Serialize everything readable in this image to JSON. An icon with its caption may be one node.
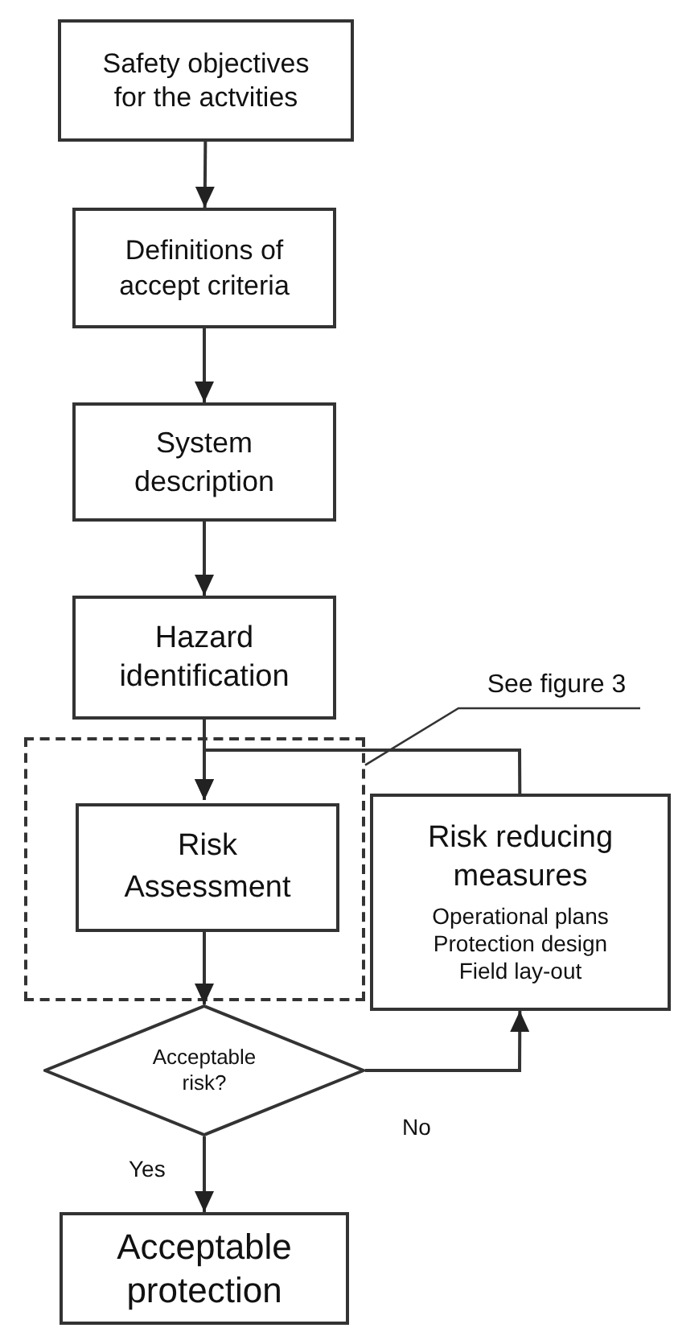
{
  "diagram": {
    "nodes": [
      {
        "text": [
          "Safety objectives for the actvities"
        ]
      },
      {
        "text": [
          "Definitions of accept criteria"
        ]
      },
      {
        "text": [
          "System description"
        ]
      },
      {
        "text": [
          "Hazard identification"
        ]
      },
      {
        "text": [],
        "shape": "box"
      },
      {
        "text": [
          "Risk Assessment"
        ],
        "in": 4
      },
      {
        "text": [
          "Risk reducing measures",
          "Operational plans",
          "Protection design",
          "Field lay-out"
        ]
      },
      {
        "text": [
          "Acceptable risk?"
        ]
      },
      {
        "text": [
          "Acceptable protection"
        ]
      },
      {
        "text": [
          "See figure 3"
        ]
      }
    ],
    "edges": [
      {
        "from": 0,
        "to": 1,
        "arrow": "to"
      },
      {
        "from": 1,
        "to": 2,
        "arrow": "to"
      },
      {
        "from": 2,
        "to": 3,
        "arrow": "to"
      },
      {
        "from": 3,
        "to": 5,
        "arrow": "to"
      },
      {
        "from": 5,
        "to": 7,
        "arrow": "to"
      },
      {
        "from": 7,
        "to": 8,
        "label": "Yes",
        "arrow": "to"
      },
      {
        "from": 7,
        "to": 6,
        "label": "No",
        "arrow": "to"
      },
      {
        "from": 6,
        "to": 5,
        "arrow": "to"
      },
      {
        "from": 9,
        "to": 4,
        "arrow": "none"
      }
    ]
  }
}
